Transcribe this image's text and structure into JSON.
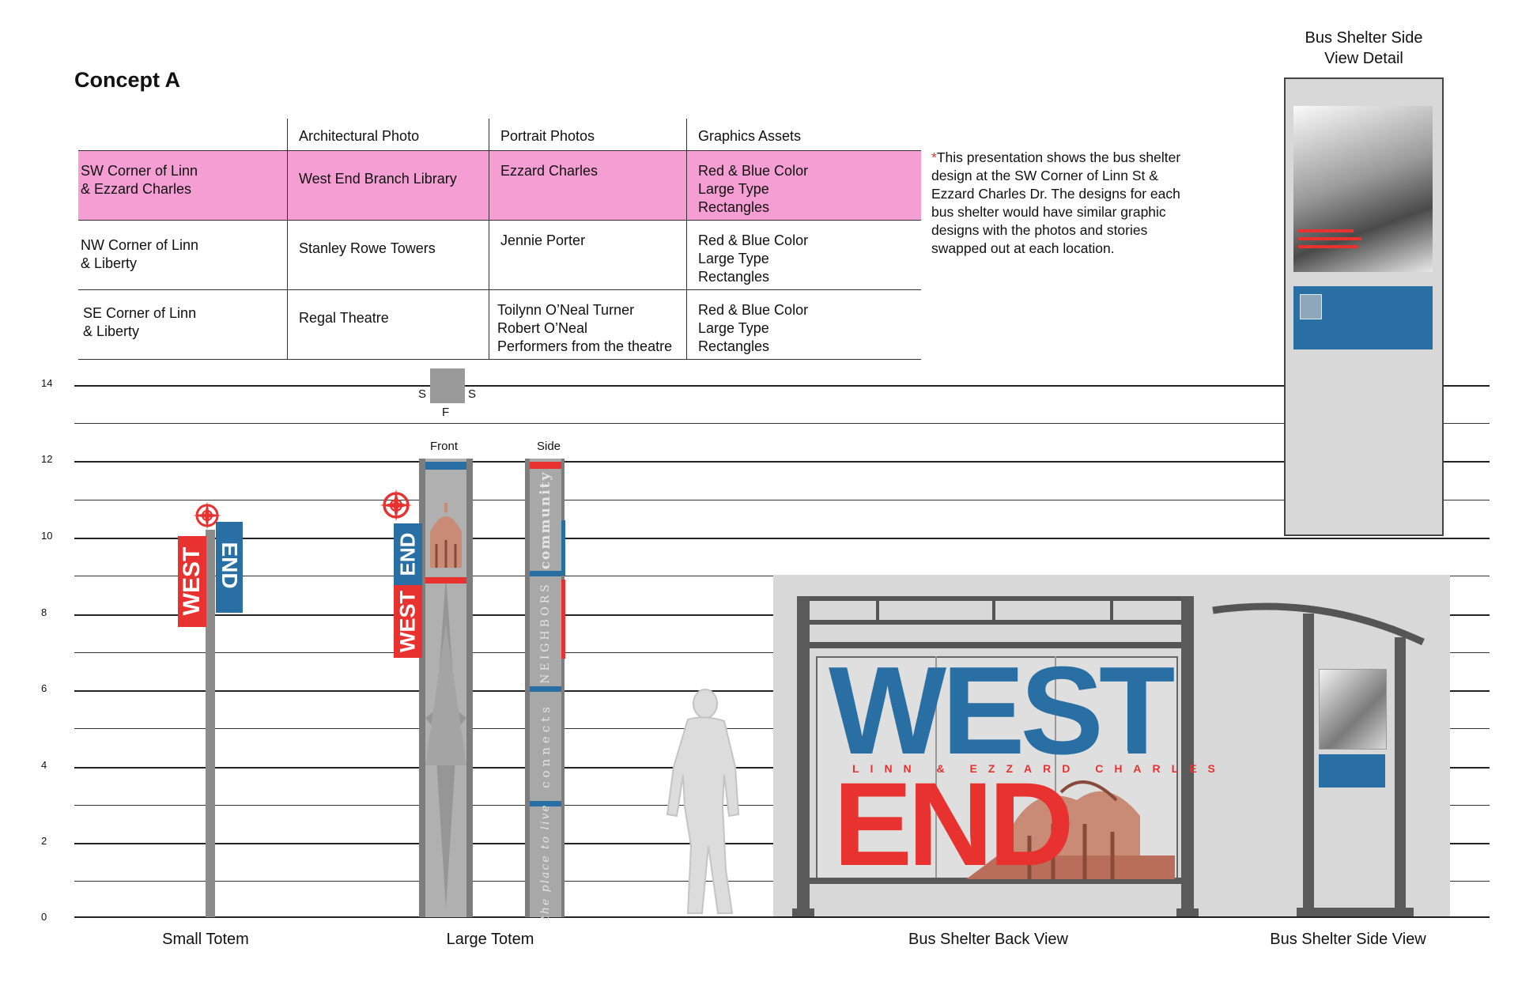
{
  "title": "Concept A",
  "table": {
    "headers": [
      "",
      "Architectural Photo",
      "Portrait Photos",
      "Graphics Assets"
    ],
    "rows": [
      {
        "location": [
          "SW Corner of Linn",
          "& Ezzard Charles"
        ],
        "arch": "West End Branch Library",
        "portrait": [
          "Ezzard Charles"
        ],
        "graphics": [
          "Red & Blue Color",
          "Large Type",
          "Rectangles"
        ],
        "highlight": true
      },
      {
        "location": [
          "NW Corner of Linn",
          "& Liberty"
        ],
        "arch": "Stanley Rowe Towers",
        "portrait": [
          "Jennie Porter"
        ],
        "graphics": [
          "Red & Blue Color",
          "Large Type",
          "Rectangles"
        ],
        "highlight": false
      },
      {
        "location": [
          "SE Corner of Linn",
          "& Liberty"
        ],
        "arch": "Regal Theatre",
        "portrait": [
          "Toilynn O’Neal Turner",
          "Robert O’Neal",
          "Performers from the theatre"
        ],
        "graphics": [
          "Red & Blue Color",
          "Large Type",
          "Rectangles"
        ],
        "highlight": false
      }
    ]
  },
  "note": {
    "asterisk": "*",
    "text": "This presentation shows the bus shelter design at the SW Corner of Linn St & Ezzard Charles Dr. The designs for each bus shelter would have similar graphic designs with the photos and stories swapped out at each location."
  },
  "detail_title": [
    "Bus Shelter Side",
    "View Detail"
  ],
  "scale": {
    "unit_ticks": [
      "0",
      "2",
      "4",
      "6",
      "8",
      "10",
      "12",
      "14"
    ]
  },
  "orientation": {
    "front_label": "Front",
    "side_label": "Side",
    "s_left": "S",
    "s_right": "S",
    "f_label": "F"
  },
  "signage": {
    "west": "WEST",
    "end": "END",
    "side_words": [
      "community",
      "NEIGHBORS",
      "connects",
      "the place to live"
    ],
    "shelter_sub": "LINN & EZZARD CHARLES"
  },
  "captions": [
    "Small Totem",
    "Large Totem",
    "Bus Shelter Back View",
    "Bus Shelter Side View"
  ],
  "colors": {
    "red": "#e8322f",
    "blue": "#2a6fa3",
    "pink": "#f59ed4",
    "gray": "#8c8c8c",
    "light": "#d9d9d9"
  }
}
